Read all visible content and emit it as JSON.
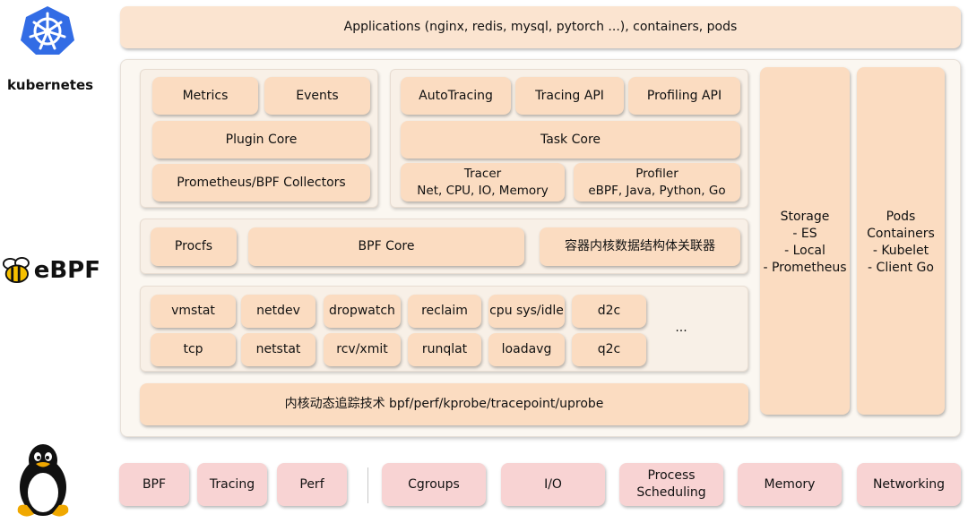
{
  "logos": {
    "kubernetes_label": "kubernetes",
    "ebpf_label": "eBPF"
  },
  "top_bar": "Applications (nginx, redis, mysql, pytorch ...), containers, pods",
  "plugin_group": {
    "metrics": "Metrics",
    "events": "Events",
    "plugin_core": "Plugin Core",
    "collectors": "Prometheus/BPF Collectors"
  },
  "tracing_group": {
    "autotracing": "AutoTracing",
    "tracing_api": "Tracing API",
    "profiling_api": "Profiling API",
    "task_core": "Task Core",
    "tracer": "Tracer\nNet, CPU, IO, Memory",
    "profiler": "Profiler\neBPF, Java, Python, Go"
  },
  "core_row": {
    "procfs": "Procfs",
    "bpf_core": "BPF Core",
    "correlator": "容器内核数据结构体关联器"
  },
  "probes": {
    "row1": [
      "vmstat",
      "netdev",
      "dropwatch",
      "reclaim",
      "cpu sys/idle",
      "d2c"
    ],
    "row2": [
      "tcp",
      "netstat",
      "rcv/xmit",
      "runqlat",
      "loadavg",
      "q2c"
    ],
    "more": "..."
  },
  "tracing_tech": "内核动态追踪技术 bpf/perf/kprobe/tracepoint/uprobe",
  "storage": "Storage\n- ES\n- Local\n- Prometheus",
  "pods": "Pods\nContainers\n- Kubelet\n- Client Go",
  "kernel": [
    "BPF",
    "Tracing",
    "Perf",
    "Cgroups",
    "I/O",
    "Process\nScheduling",
    "Memory",
    "Networking"
  ],
  "colors": {
    "box": "#fbdcc1",
    "kernel_box": "#f8d3d3",
    "k8s_blue": "#326ce5"
  }
}
